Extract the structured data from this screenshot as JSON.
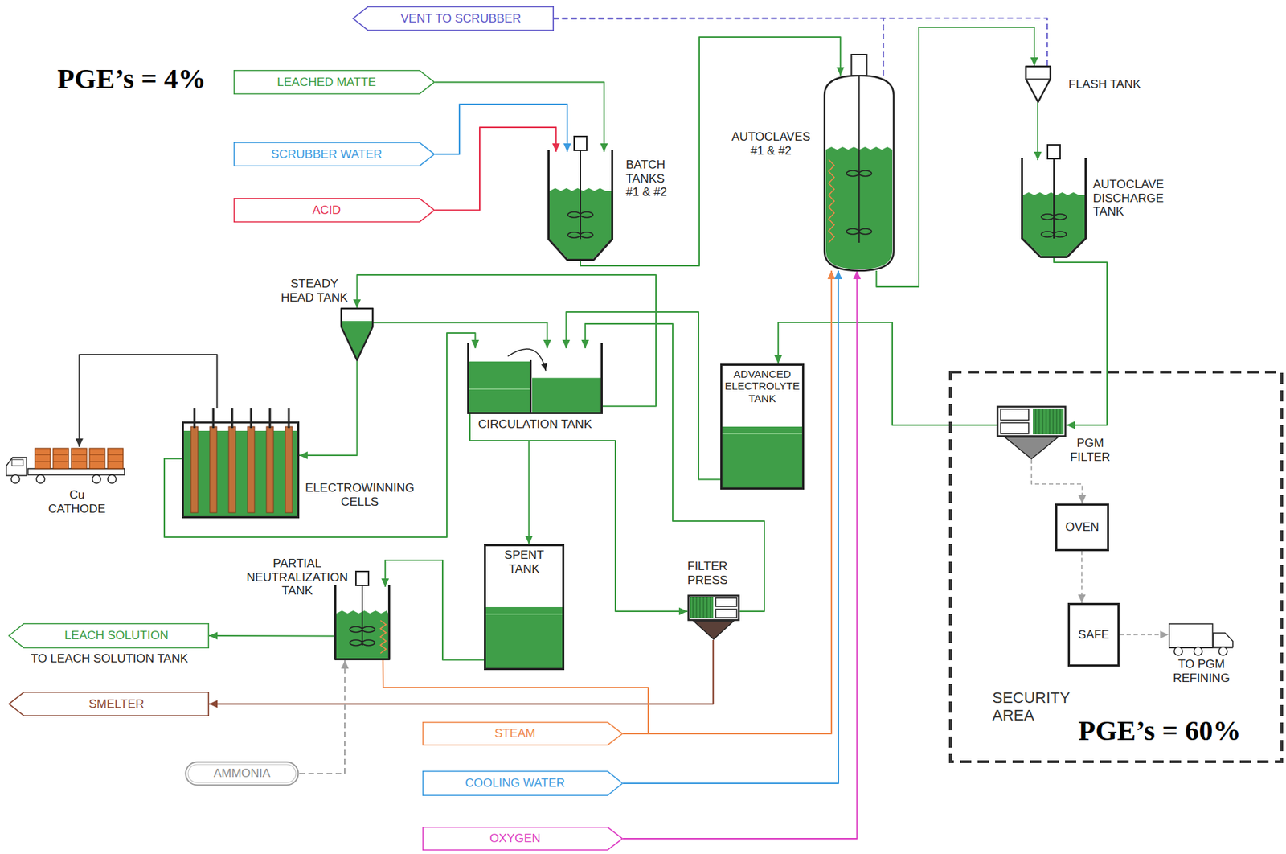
{
  "diagram": {
    "nodes": [
      {
        "text": [
          "VENT TO SCRUBBER"
        ]
      },
      {
        "text": [
          "LEACHED MATTE"
        ]
      },
      {
        "text": [
          "SCRUBBER WATER"
        ]
      },
      {
        "text": [
          "ACID"
        ]
      },
      {
        "text": [
          "BATCH TANKS #1 & #2"
        ]
      },
      {
        "text": [
          "AUTOCLAVES #1 & #2"
        ]
      },
      {
        "text": [
          "FLASH TANK"
        ]
      },
      {
        "text": [
          "AUTOCLAVE DISCHARGE TANK"
        ]
      },
      {
        "text": [
          "STEADY HEAD TANK"
        ]
      },
      {
        "text": [
          "CIRCULATION TANK"
        ]
      },
      {
        "text": [
          "ADVANCED ELECTROLYTE TANK"
        ]
      },
      {
        "text": [
          "ELECTROWINNING CELLS"
        ]
      },
      {
        "text": [
          "Cu CATHODE"
        ]
      },
      {
        "text": [
          "SPENT TANK"
        ]
      },
      {
        "text": [
          "PARTIAL NEUTRALIZATION TANK"
        ]
      },
      {
        "text": [
          "FILTER PRESS"
        ]
      },
      {
        "text": [
          "LEACH SOLUTION",
          "TO LEACH SOLUTION TANK"
        ]
      },
      {
        "text": [
          "SMELTER"
        ]
      },
      {
        "text": [
          "STEAM"
        ]
      },
      {
        "text": [
          "AMMONIA"
        ]
      },
      {
        "text": [
          "COOLING WATER"
        ]
      },
      {
        "text": [
          "OXYGEN"
        ]
      },
      {
        "text": [
          "SECURITY AREA"
        ]
      },
      {
        "text": [
          "PGM FILTER"
        ],
        "in": 22
      },
      {
        "text": [
          "OVEN"
        ],
        "in": 22
      },
      {
        "text": [
          "SAFE"
        ],
        "in": 22
      },
      {
        "text": [
          "TO PGM REFINING"
        ],
        "in": 22
      }
    ],
    "edges": [
      {
        "from": 1,
        "to": 4,
        "arrow": "to"
      },
      {
        "from": 2,
        "to": 4,
        "arrow": "to"
      },
      {
        "from": 3,
        "to": 4,
        "arrow": "to"
      },
      {
        "from": 4,
        "to": 5,
        "arrow": "to"
      },
      {
        "from": 5,
        "to": 6,
        "arrow": "to"
      },
      {
        "from": 5,
        "to": 0,
        "arrow": "none"
      },
      {
        "from": 6,
        "to": 0,
        "arrow": "none"
      },
      {
        "from": 6,
        "to": 7,
        "arrow": "to"
      },
      {
        "from": 7,
        "to": 23,
        "arrow": "to"
      },
      {
        "from": 23,
        "to": 10,
        "arrow": "to"
      },
      {
        "from": 23,
        "to": 24,
        "arrow": "to"
      },
      {
        "from": 24,
        "to": 25,
        "arrow": "to"
      },
      {
        "from": 25,
        "to": 26,
        "arrow": "to"
      },
      {
        "from": 9,
        "to": 8,
        "arrow": "to"
      },
      {
        "from": 8,
        "to": 9,
        "arrow": "to"
      },
      {
        "from": 10,
        "to": 9,
        "arrow": "to"
      },
      {
        "from": 15,
        "to": 9,
        "arrow": "to"
      },
      {
        "from": 8,
        "to": 11,
        "arrow": "to"
      },
      {
        "from": 11,
        "to": 9,
        "arrow": "to"
      },
      {
        "from": 11,
        "to": 12,
        "arrow": "to"
      },
      {
        "from": 9,
        "to": 13,
        "arrow": "to"
      },
      {
        "from": 9,
        "to": 15,
        "arrow": "to"
      },
      {
        "from": 15,
        "to": 17,
        "arrow": "to"
      },
      {
        "from": 13,
        "to": 14,
        "arrow": "to"
      },
      {
        "from": 14,
        "to": 16,
        "arrow": "to"
      },
      {
        "from": 19,
        "to": 14,
        "arrow": "to"
      },
      {
        "from": 18,
        "to": 5,
        "arrow": "to"
      },
      {
        "from": 18,
        "to": 14,
        "arrow": "none"
      },
      {
        "from": 20,
        "to": 5,
        "arrow": "to"
      },
      {
        "from": 21,
        "to": 5,
        "arrow": "to"
      }
    ],
    "labels": [
      "PGE’s = 4%",
      "PGE’s = 60%"
    ]
  }
}
